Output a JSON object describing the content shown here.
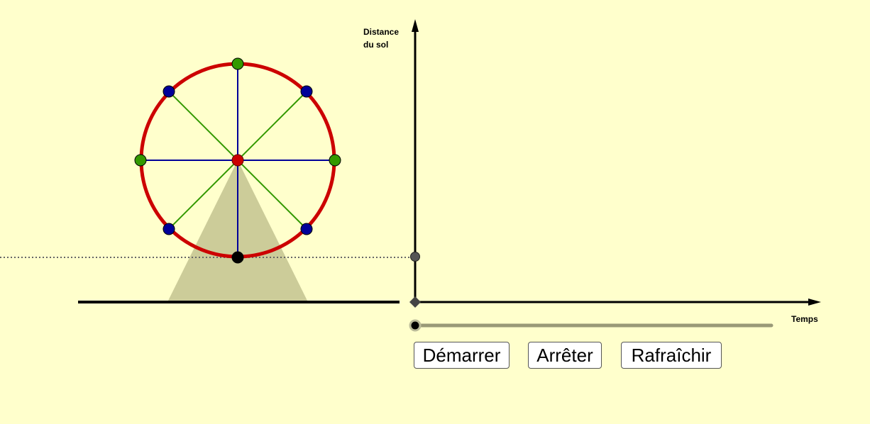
{
  "graph": {
    "y_axis_label_line1": "Distance",
    "y_axis_label_line2": "du sol",
    "x_axis_label": "Temps"
  },
  "controls": {
    "start_label": "Démarrer",
    "stop_label": "Arrêter",
    "refresh_label": "Rafraîchir"
  },
  "slider": {
    "value": 0
  },
  "colors": {
    "background": "#ffffcc",
    "wheel_rim": "#cc0000",
    "spoke_vertical_horizontal": "#000099",
    "spoke_diagonal": "#339900",
    "cabin_green": "#339900",
    "cabin_blue": "#000099",
    "hub": "#cc0000",
    "support": "#cccc99",
    "slider_track": "#999977"
  },
  "icons": {
    "origin_marker": "diamond-icon",
    "current_height_marker": "circle-icon"
  }
}
